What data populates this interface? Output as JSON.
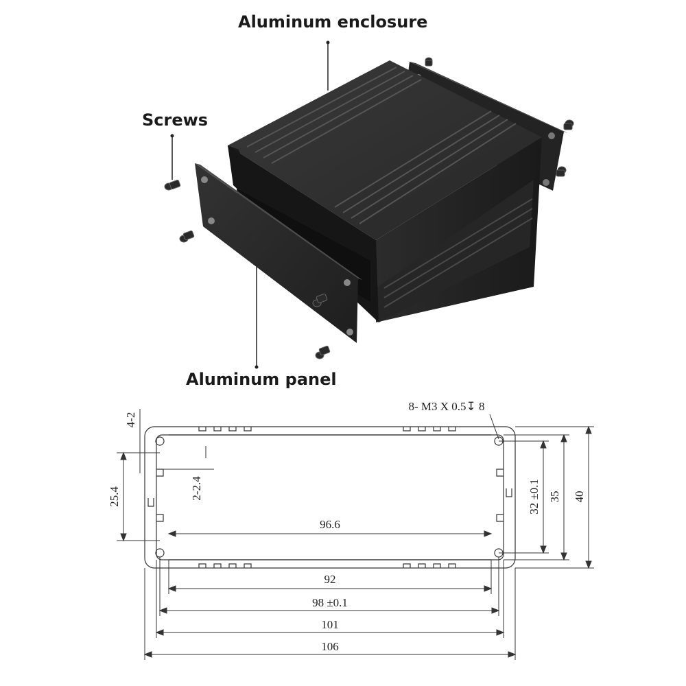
{
  "labels": {
    "enclosure": "Aluminum enclosure",
    "screws": "Screws",
    "panel": "Aluminum panel"
  },
  "dimensions": {
    "top_left_vertical": "4-2",
    "slot_depth": "2-2.4",
    "left_height": "25.4",
    "inner_width": "96.6",
    "thread_note": "8- M3 X 0.5↧ 8",
    "height_32": "32 ±0.1",
    "height_35": "35",
    "height_40": "40",
    "width_92": "92",
    "width_98": "98 ±0.1",
    "width_101": "101",
    "width_106": "106"
  },
  "colors": {
    "metal_dark": "#1f1f1f",
    "metal_mid": "#2e2e2e",
    "metal_light": "#4a4a4a",
    "line": "#333333"
  }
}
